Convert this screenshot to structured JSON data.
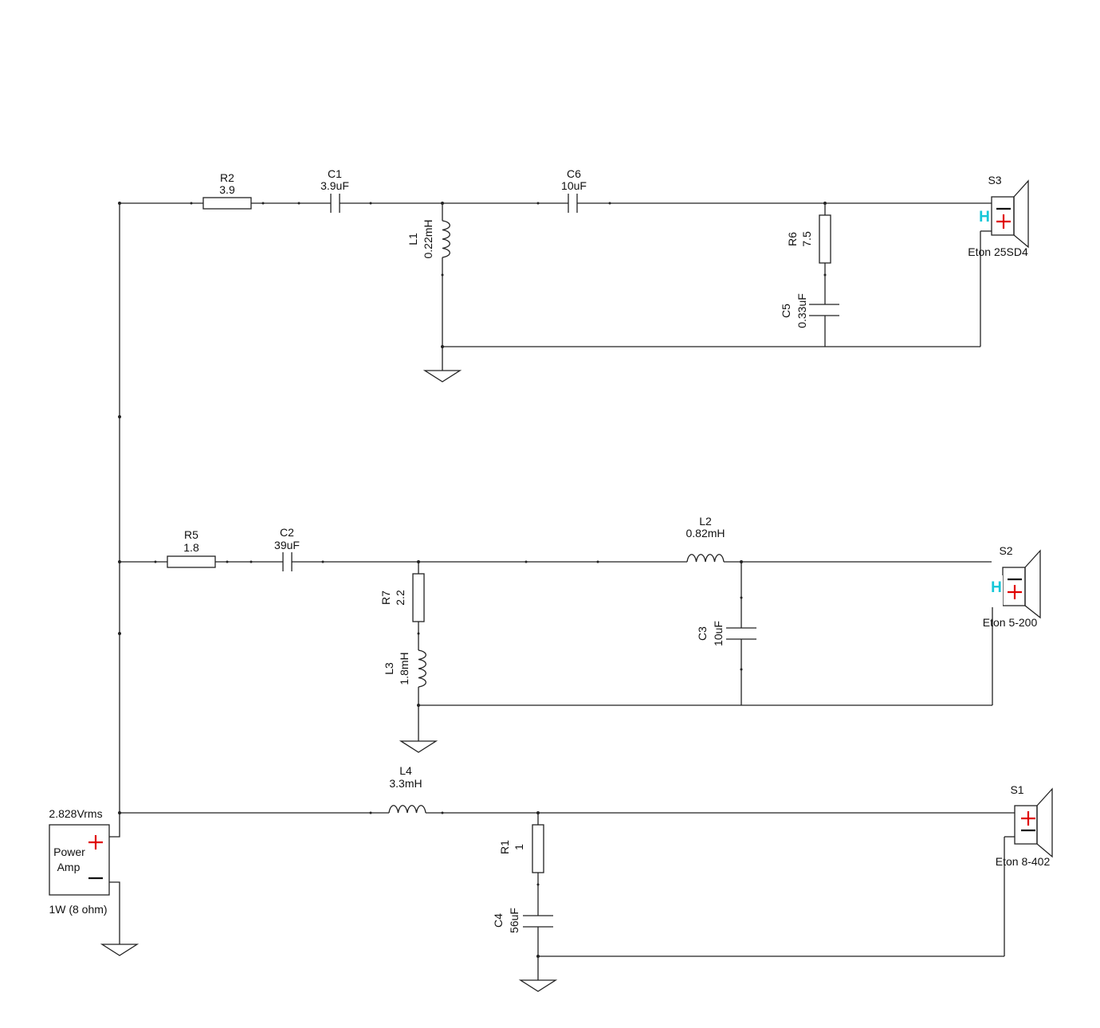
{
  "components": {
    "R2": {
      "name": "R2",
      "value": "3.9"
    },
    "C1": {
      "name": "C1",
      "value": "3.9uF"
    },
    "C6": {
      "name": "C6",
      "value": "10uF"
    },
    "L1": {
      "name": "L1",
      "value": "0.22mH"
    },
    "R6": {
      "name": "R6",
      "value": "7.5"
    },
    "C5": {
      "name": "C5",
      "value": "0.33uF"
    },
    "R5": {
      "name": "R5",
      "value": "1.8"
    },
    "C2": {
      "name": "C2",
      "value": "39uF"
    },
    "L2": {
      "name": "L2",
      "value": "0.82mH"
    },
    "R7": {
      "name": "R7",
      "value": "2.2"
    },
    "L3": {
      "name": "L3",
      "value": "1.8mH"
    },
    "C3": {
      "name": "C3",
      "value": "10uF"
    },
    "L4": {
      "name": "L4",
      "value": "3.3mH"
    },
    "R1": {
      "name": "R1",
      "value": "1"
    },
    "C4": {
      "name": "C4",
      "value": "56uF"
    }
  },
  "speakers": {
    "S3": {
      "name": "S3",
      "model": "Eton 25SD4",
      "marker": "H"
    },
    "S2": {
      "name": "S2",
      "model": "Eton 5-200",
      "marker": "H"
    },
    "S1": {
      "name": "S1",
      "model": "Eton 8-402"
    }
  },
  "amp": {
    "line1": "Power",
    "line2": "Amp",
    "voltage": "2.828Vrms",
    "power": "1W (8 ohm)"
  },
  "colors": {
    "wire": "#222222",
    "plus": "#e00000",
    "h_marker": "#16c7d8"
  }
}
